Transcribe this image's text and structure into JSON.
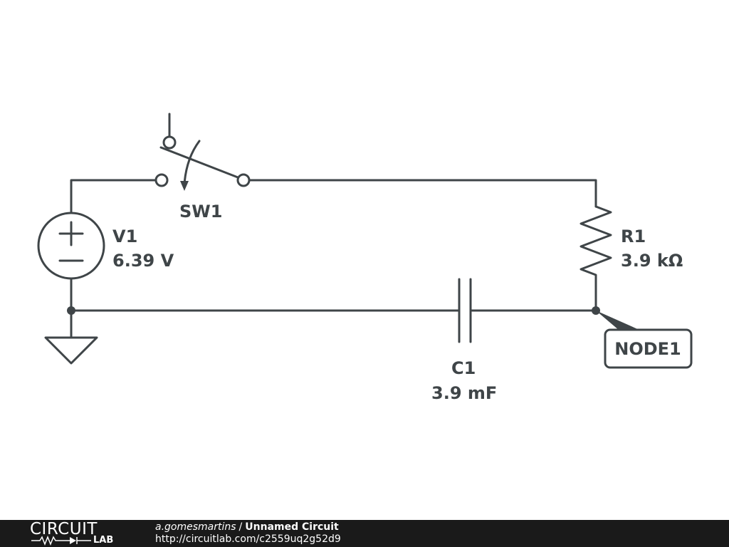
{
  "components": {
    "switch": {
      "name": "SW1"
    },
    "source": {
      "name": "V1",
      "value": "6.39 V"
    },
    "resistor": {
      "name": "R1",
      "value": "3.9 kΩ"
    },
    "capacitor": {
      "name": "C1",
      "value": "3.9 mF"
    },
    "node_label": "NODE1"
  },
  "footer": {
    "logo_top": "CIRCUIT",
    "logo_bottom": "LAB",
    "author": "a.gomesmartins",
    "separator": "/",
    "title": "Unnamed Circuit",
    "url": "http://circuitlab.com/c2559uq2g52d9"
  },
  "colors": {
    "wire": "#3f4548",
    "footer_bg": "#1a1a1a",
    "footer_text": "#ffffff"
  }
}
